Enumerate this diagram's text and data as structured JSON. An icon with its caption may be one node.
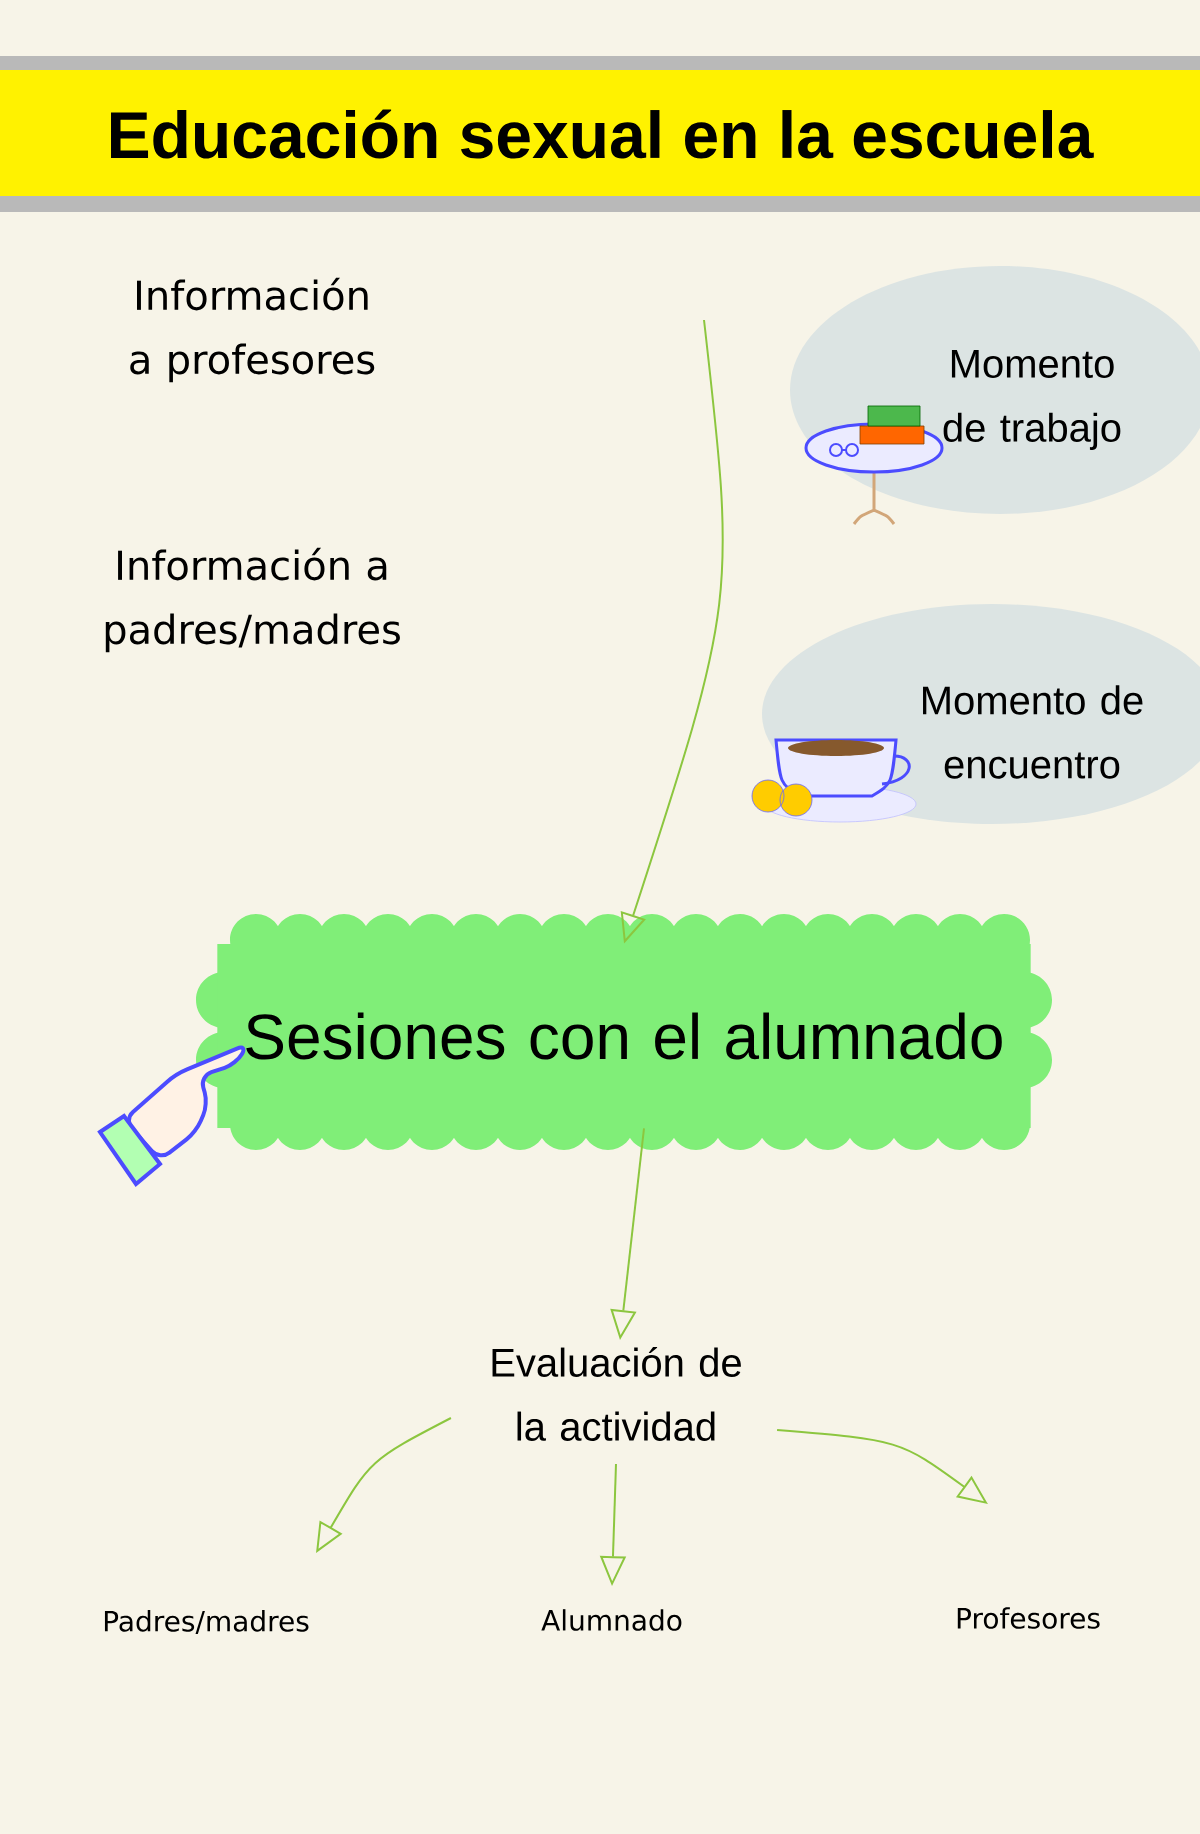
{
  "diagram": {
    "title": "Educación sexual en la escuela",
    "nodes": [
      {
        "text": [
          "Información a profesores"
        ]
      },
      {
        "text": [
          "Información a padres/madres"
        ]
      },
      {
        "text": [
          "Momento de trabajo"
        ]
      },
      {
        "text": [
          "Momento de encuentro"
        ]
      },
      {
        "text": [
          "Sesiones con el alumnado"
        ]
      },
      {
        "text": [
          "Evaluación de la actividad"
        ]
      },
      {
        "text": [
          "Padres/madres"
        ]
      },
      {
        "text": [
          "Alumnado"
        ]
      },
      {
        "text": [
          "Profesores"
        ]
      }
    ],
    "edges": [
      {
        "from": null,
        "to": 4,
        "arrow": "to"
      },
      {
        "from": 4,
        "to": 5,
        "arrow": "to"
      },
      {
        "from": 5,
        "to": 6,
        "arrow": "to"
      },
      {
        "from": 5,
        "to": 7,
        "arrow": "to"
      },
      {
        "from": 5,
        "to": 8,
        "arrow": "to"
      }
    ]
  }
}
